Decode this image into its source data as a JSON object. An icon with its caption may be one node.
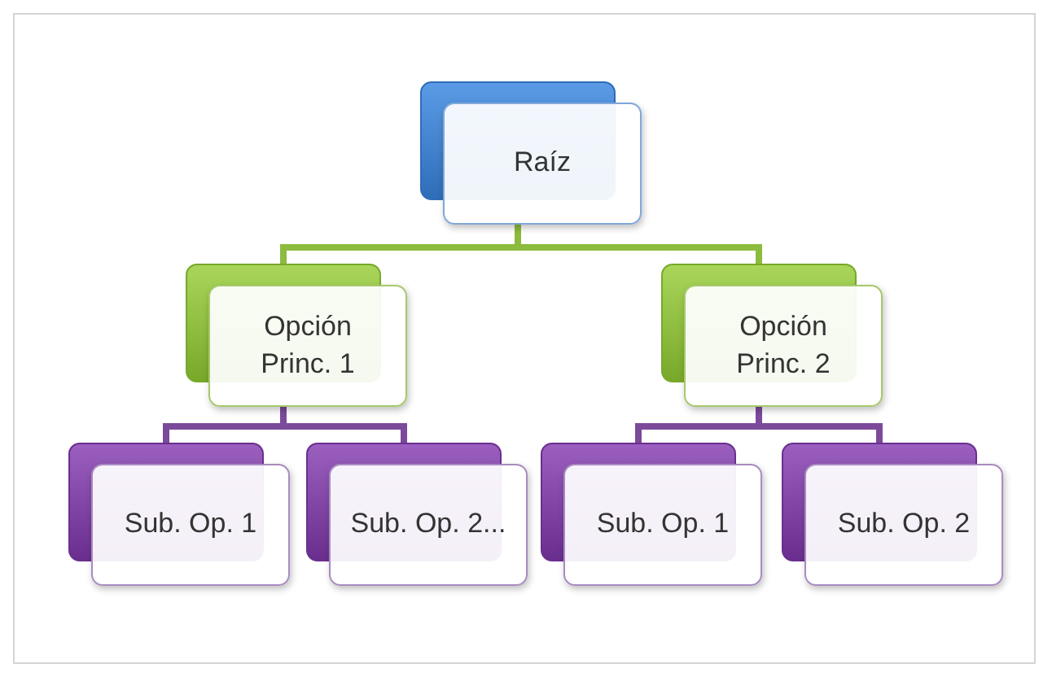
{
  "diagram": {
    "nodes": [
      {
        "text": [
          "Raíz"
        ]
      },
      {
        "text": [
          "Opción Princ. 1"
        ]
      },
      {
        "text": [
          "Opción Princ. 2"
        ]
      },
      {
        "text": [
          "Sub. Op. 1"
        ]
      },
      {
        "text": [
          "Sub. Op. 2..."
        ]
      },
      {
        "text": [
          "Sub. Op. 1"
        ]
      },
      {
        "text": [
          "Sub. Op. 2"
        ]
      }
    ],
    "edges": [
      {
        "from": 0,
        "to": 1,
        "arrow": "none",
        "color": "#8dbb3e"
      },
      {
        "from": 0,
        "to": 2,
        "arrow": "none",
        "color": "#8dbb3e"
      },
      {
        "from": 1,
        "to": 3,
        "arrow": "none"
      },
      {
        "from": 1,
        "to": 4,
        "arrow": "none"
      },
      {
        "from": 2,
        "to": 5,
        "arrow": "none"
      },
      {
        "from": 2,
        "to": 6,
        "arrow": "none"
      }
    ]
  }
}
